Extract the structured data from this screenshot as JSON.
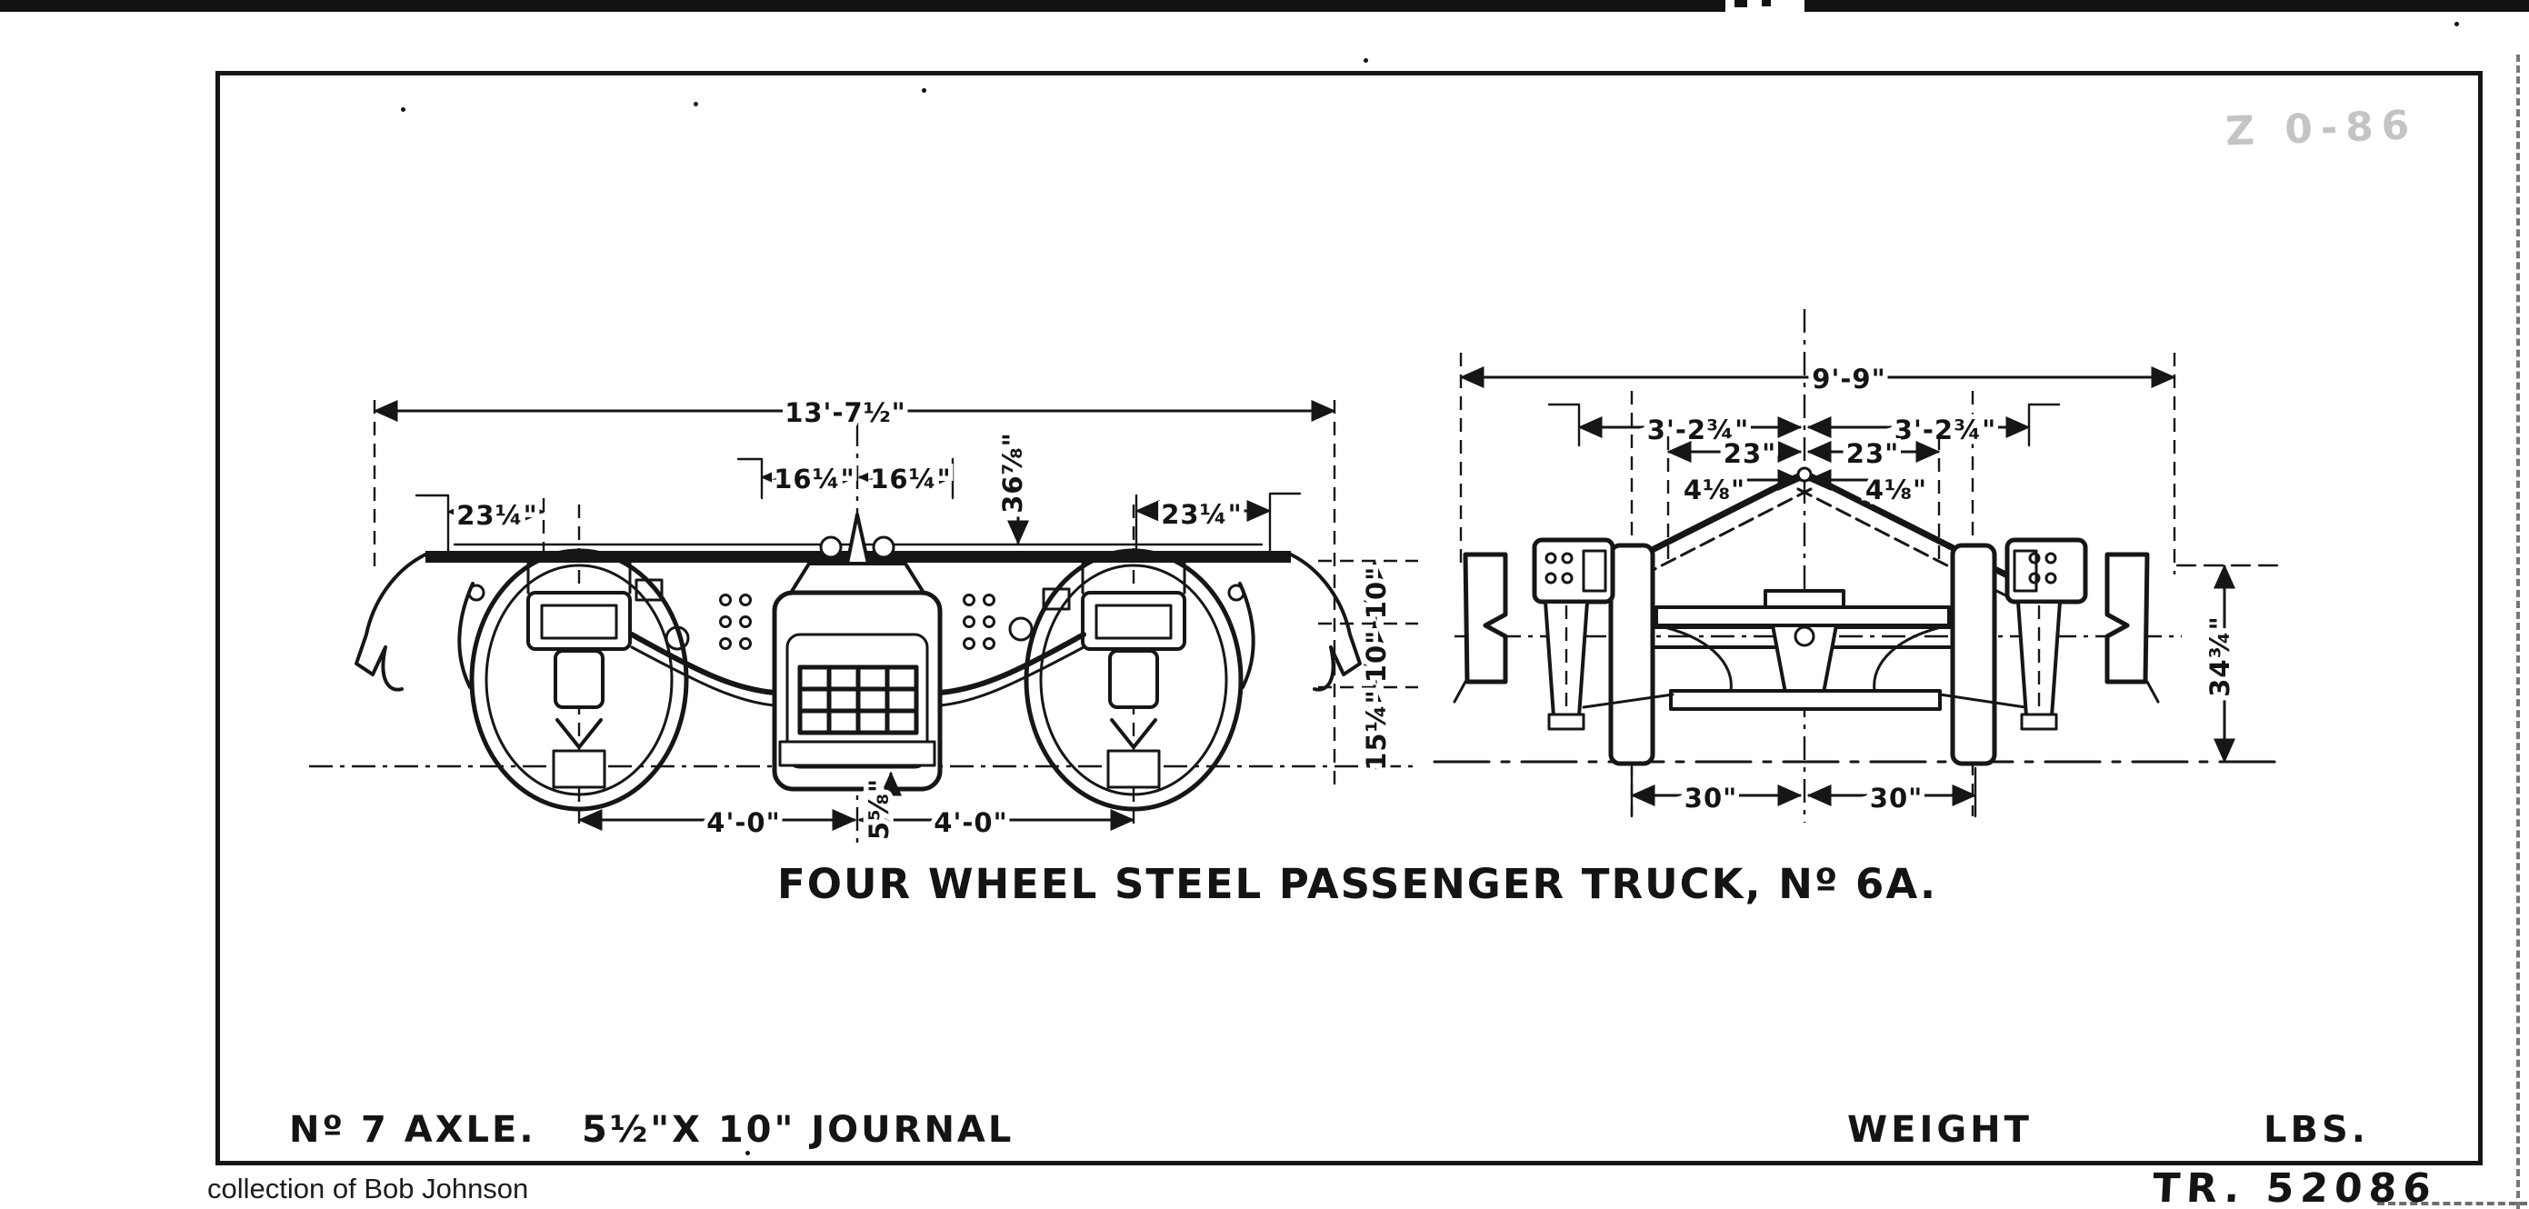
{
  "style": {
    "ink": "#161616",
    "paper": "#ffffff",
    "stamp_gray": "#8a8a8a"
  },
  "header": {
    "stamp_mark": "Z 0-86"
  },
  "title_block": {
    "drawing_title": "FOUR WHEEL STEEL PASSENGER TRUCK, Nº 6A.",
    "axle_note": "Nº 7  AXLE.",
    "journal_note": "5½\"X 10\" JOURNAL",
    "weight_label": "WEIGHT",
    "weight_units": "LBS.",
    "drawing_number": "TR. 52086",
    "collection_credit": "collection of Bob Johnson"
  },
  "side_view": {
    "dims": {
      "overall_length": "13'-7½\"",
      "end_overhang_left": "23¼\"",
      "end_overhang_right": "23¼\"",
      "spring_span_left": "16¼\"",
      "spring_span_right": "16¼\"",
      "frame_height": "36⅞\"",
      "axle_to_center_left": "4'-0\"",
      "axle_to_center_right": "4'-0\"",
      "center_plate": "5⅝\"",
      "stack_top": "10\"",
      "stack_mid": "10\"",
      "stack_bottom": "15¼\""
    }
  },
  "end_view": {
    "dims": {
      "overall_width": "9'-9\"",
      "half_span_left": "3'-2¾\"",
      "half_span_right": "3'-2¾\"",
      "hanger_span_left": "23\"",
      "hanger_span_right": "23\"",
      "link_offset_left": "4⅛\"",
      "link_offset_right": "4⅛\"",
      "rail_half_left": "30\"",
      "rail_half_right": "30\"",
      "frame_height": "34¾\""
    }
  }
}
